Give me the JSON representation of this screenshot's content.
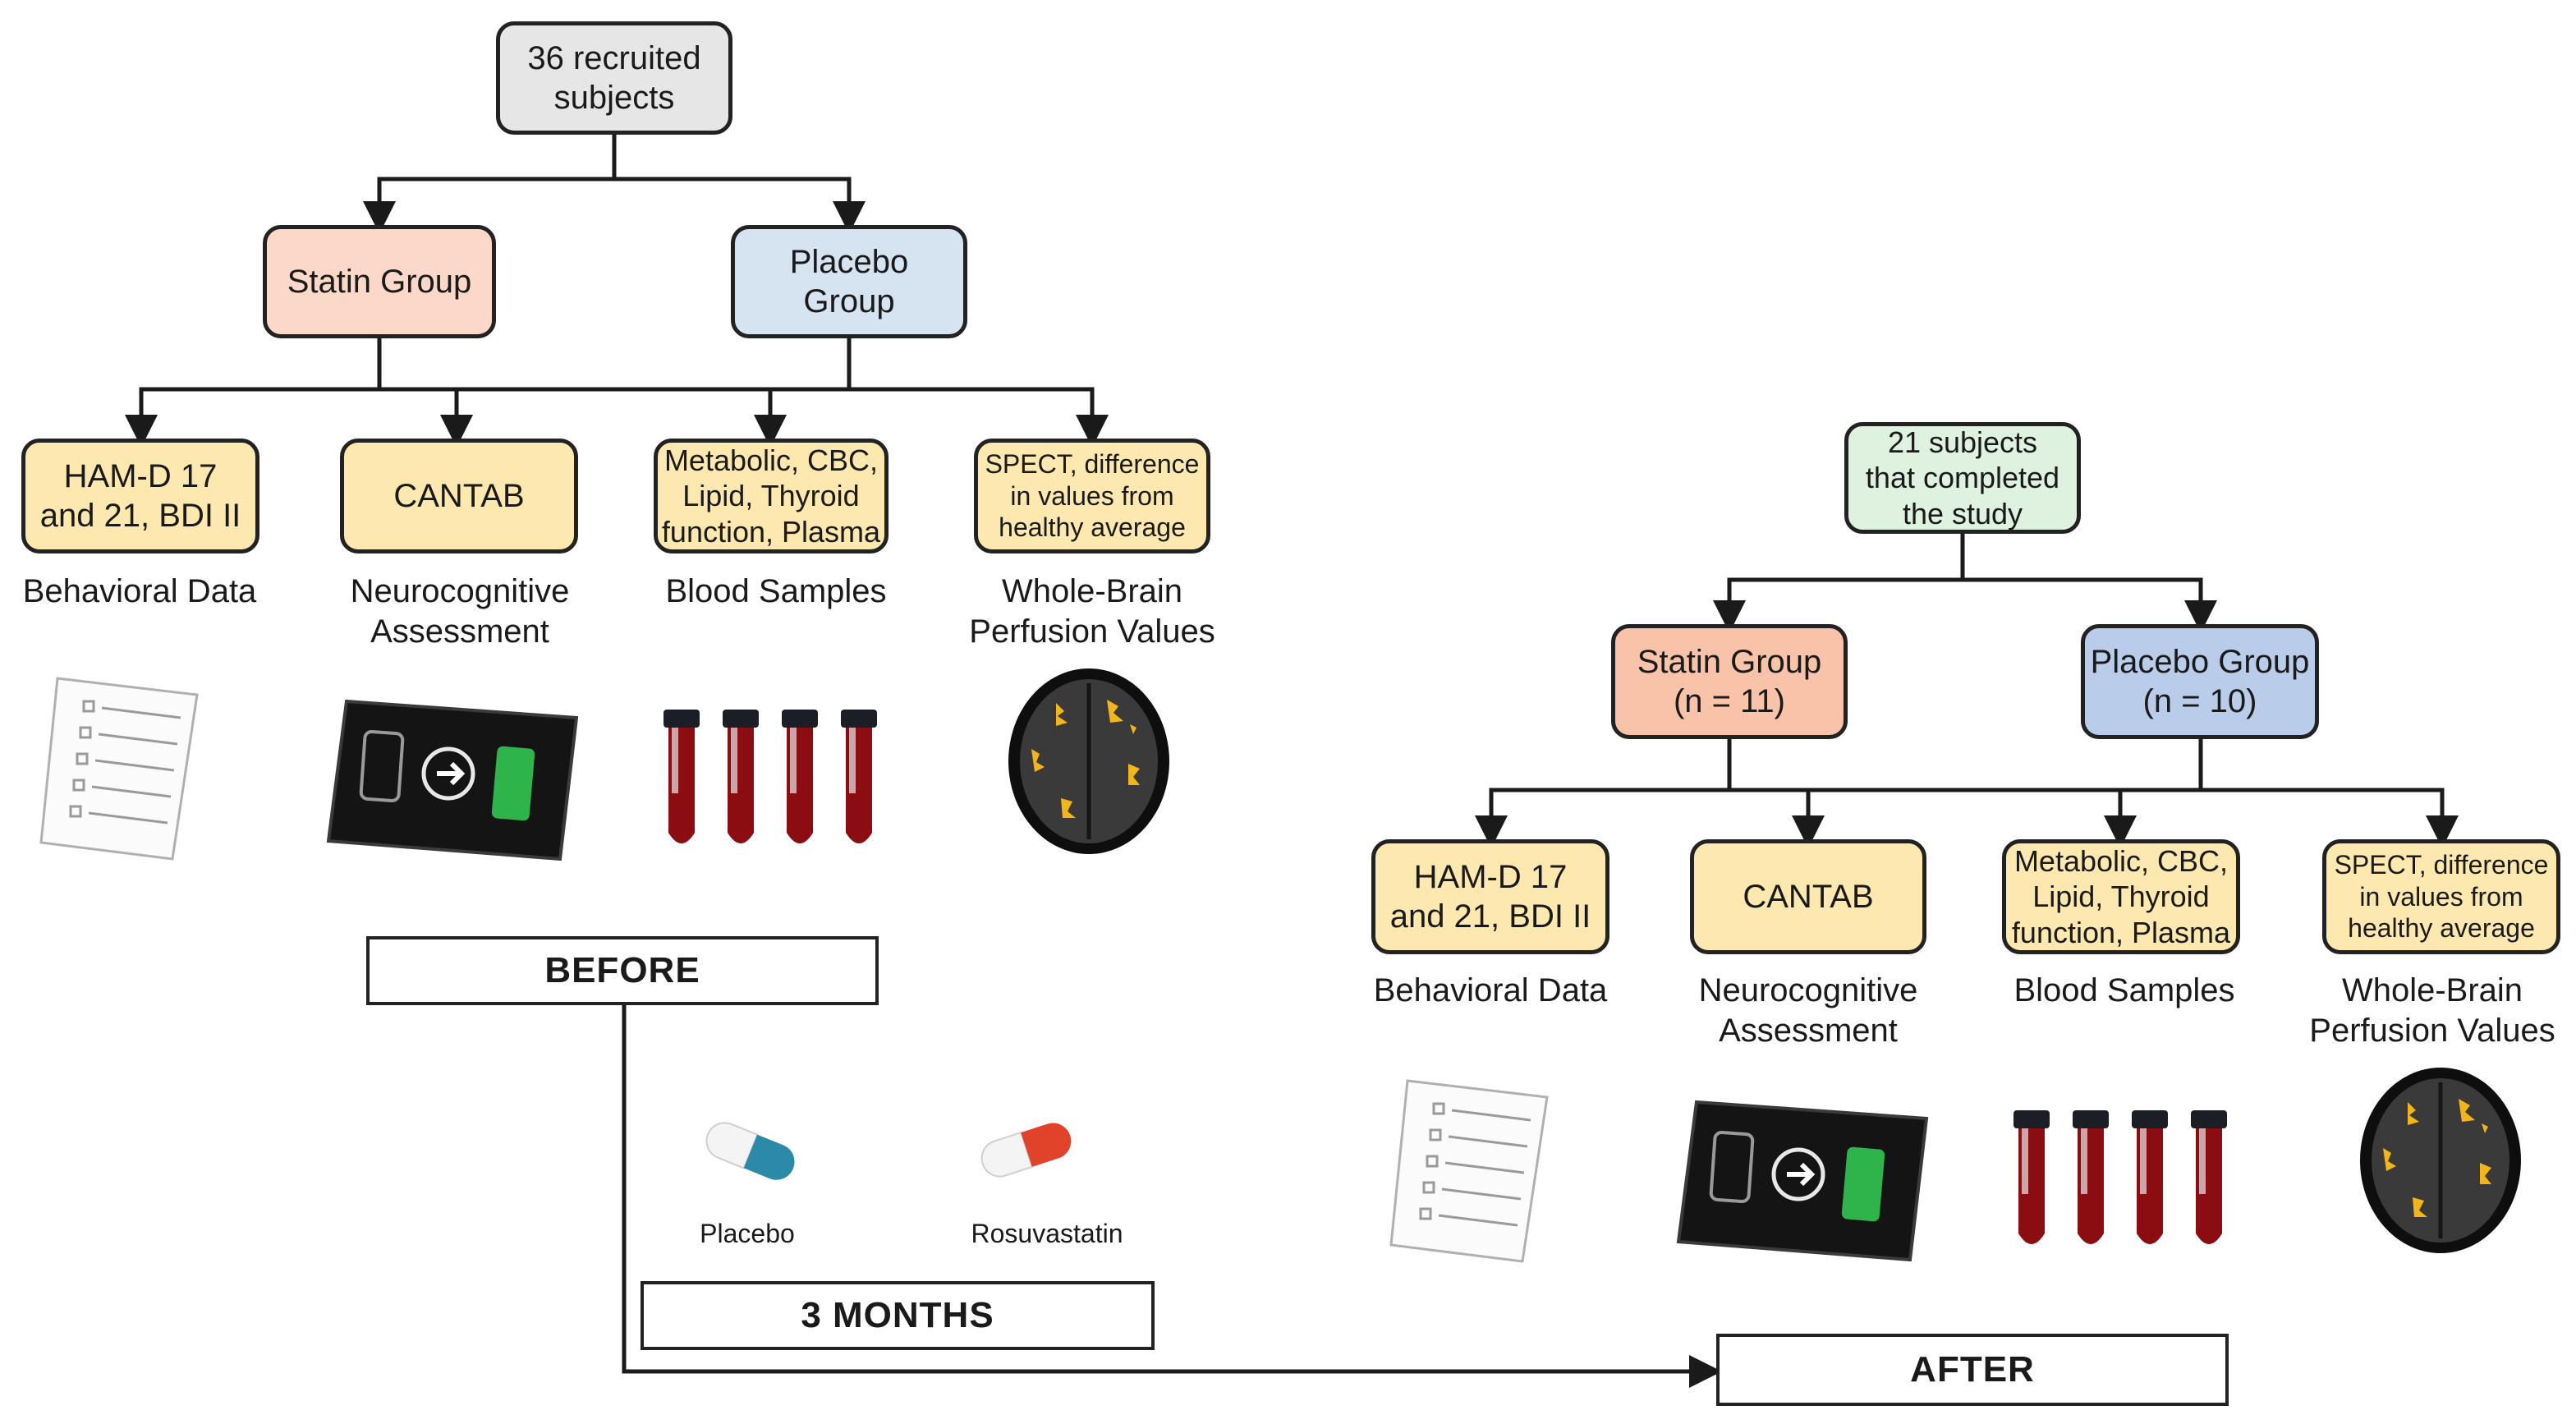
{
  "before": {
    "root": "36 recruited\nsubjects",
    "statin": "Statin Group",
    "placebo": "Placebo\nGroup",
    "measures": [
      {
        "box": "HAM-D 17\nand 21, BDI II",
        "label": "Behavioral Data",
        "icon": "questionnaire-icon"
      },
      {
        "box": "CANTAB",
        "label": "Neurocognitive\nAssessment",
        "icon": "tablet-icon"
      },
      {
        "box": "Metabolic, CBC,\nLipid, Thyroid\nfunction, Plasma",
        "label": "Blood Samples",
        "icon": "blood-tubes-icon"
      },
      {
        "box": "SPECT, difference\nin values from\nhealthy average",
        "label": "Whole-Brain\nPerfusion Values",
        "icon": "brain-scan-icon"
      }
    ],
    "phase": "BEFORE"
  },
  "middle": {
    "placebo_pill": "Placebo",
    "statin_pill": "Rosuvastatin",
    "phase": "3 MONTHS"
  },
  "after": {
    "root": "21 subjects\nthat completed\nthe study",
    "statin": "Statin Group\n(n = 11)",
    "placebo": "Placebo Group\n(n = 10)",
    "measures": [
      {
        "box": "HAM-D 17\nand 21, BDI II",
        "label": "Behavioral Data",
        "icon": "questionnaire-icon"
      },
      {
        "box": "CANTAB",
        "label": "Neurocognitive\nAssessment",
        "icon": "tablet-icon"
      },
      {
        "box": "Metabolic, CBC,\nLipid, Thyroid\nfunction, Plasma",
        "label": "Blood Samples",
        "icon": "blood-tubes-icon"
      },
      {
        "box": "SPECT, difference\nin values from\nhealthy average",
        "label": "Whole-Brain\nPerfusion Values",
        "icon": "brain-scan-icon"
      }
    ],
    "phase": "AFTER"
  },
  "colors": {
    "root_before": "#e7e6e6",
    "statin": "#fbd8c7",
    "placebo": "#d6e3f1",
    "root_after": "#dff2e0",
    "measure": "#fde9b0",
    "connector": "#1a1a1a",
    "blood": "#8b0d12",
    "placebo_pill": "#2a8aa8",
    "statin_pill": "#e0432a"
  }
}
